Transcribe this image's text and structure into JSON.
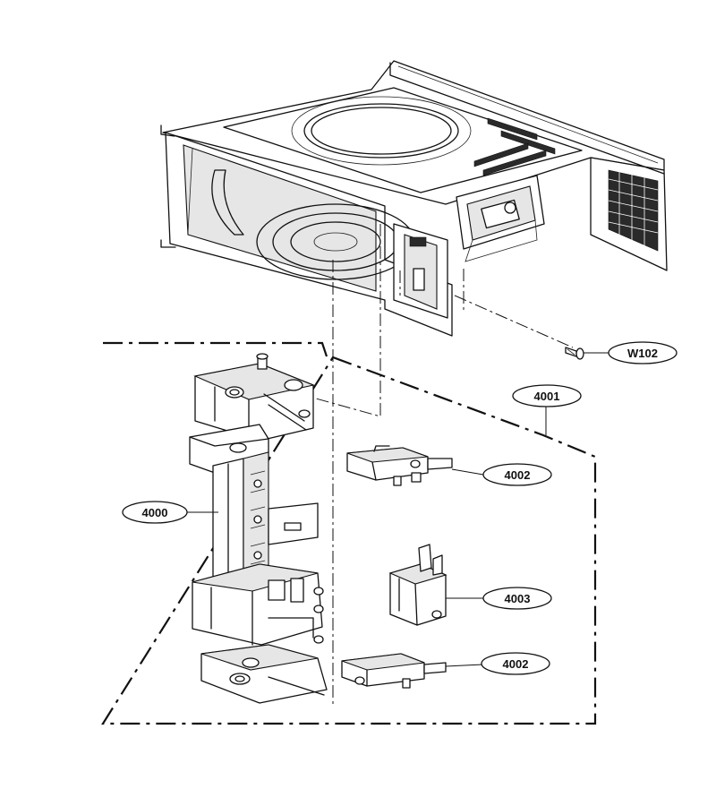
{
  "labels": {
    "w102": "W102",
    "part_4001": "4001",
    "part_4002_upper": "4002",
    "part_4000": "4000",
    "part_4003": "4003",
    "part_4002_lower": "4002"
  }
}
